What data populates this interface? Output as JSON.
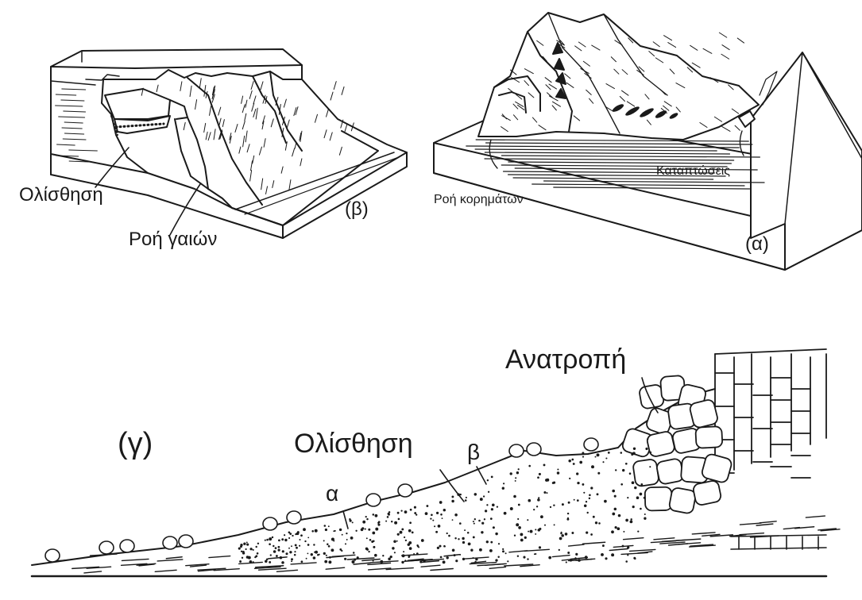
{
  "panels": {
    "beta": {
      "tag": "(β)",
      "labels": {
        "slide": "Ολίσθηση",
        "earthflow": "Ροή γαιών"
      }
    },
    "alpha": {
      "tag": "(α)",
      "labels": {
        "debris_flow": "Ροή κορημάτων",
        "rockfalls": "Καταπτώσεις"
      }
    },
    "gamma": {
      "tag": "(γ)",
      "labels": {
        "slide": "Ολίσθηση",
        "toppling": "Ανατροπή",
        "alpha": "α",
        "beta": "β"
      }
    }
  },
  "colors": {
    "ink": "#1a1a1a",
    "paper": "#ffffff",
    "mid": "#444444"
  }
}
